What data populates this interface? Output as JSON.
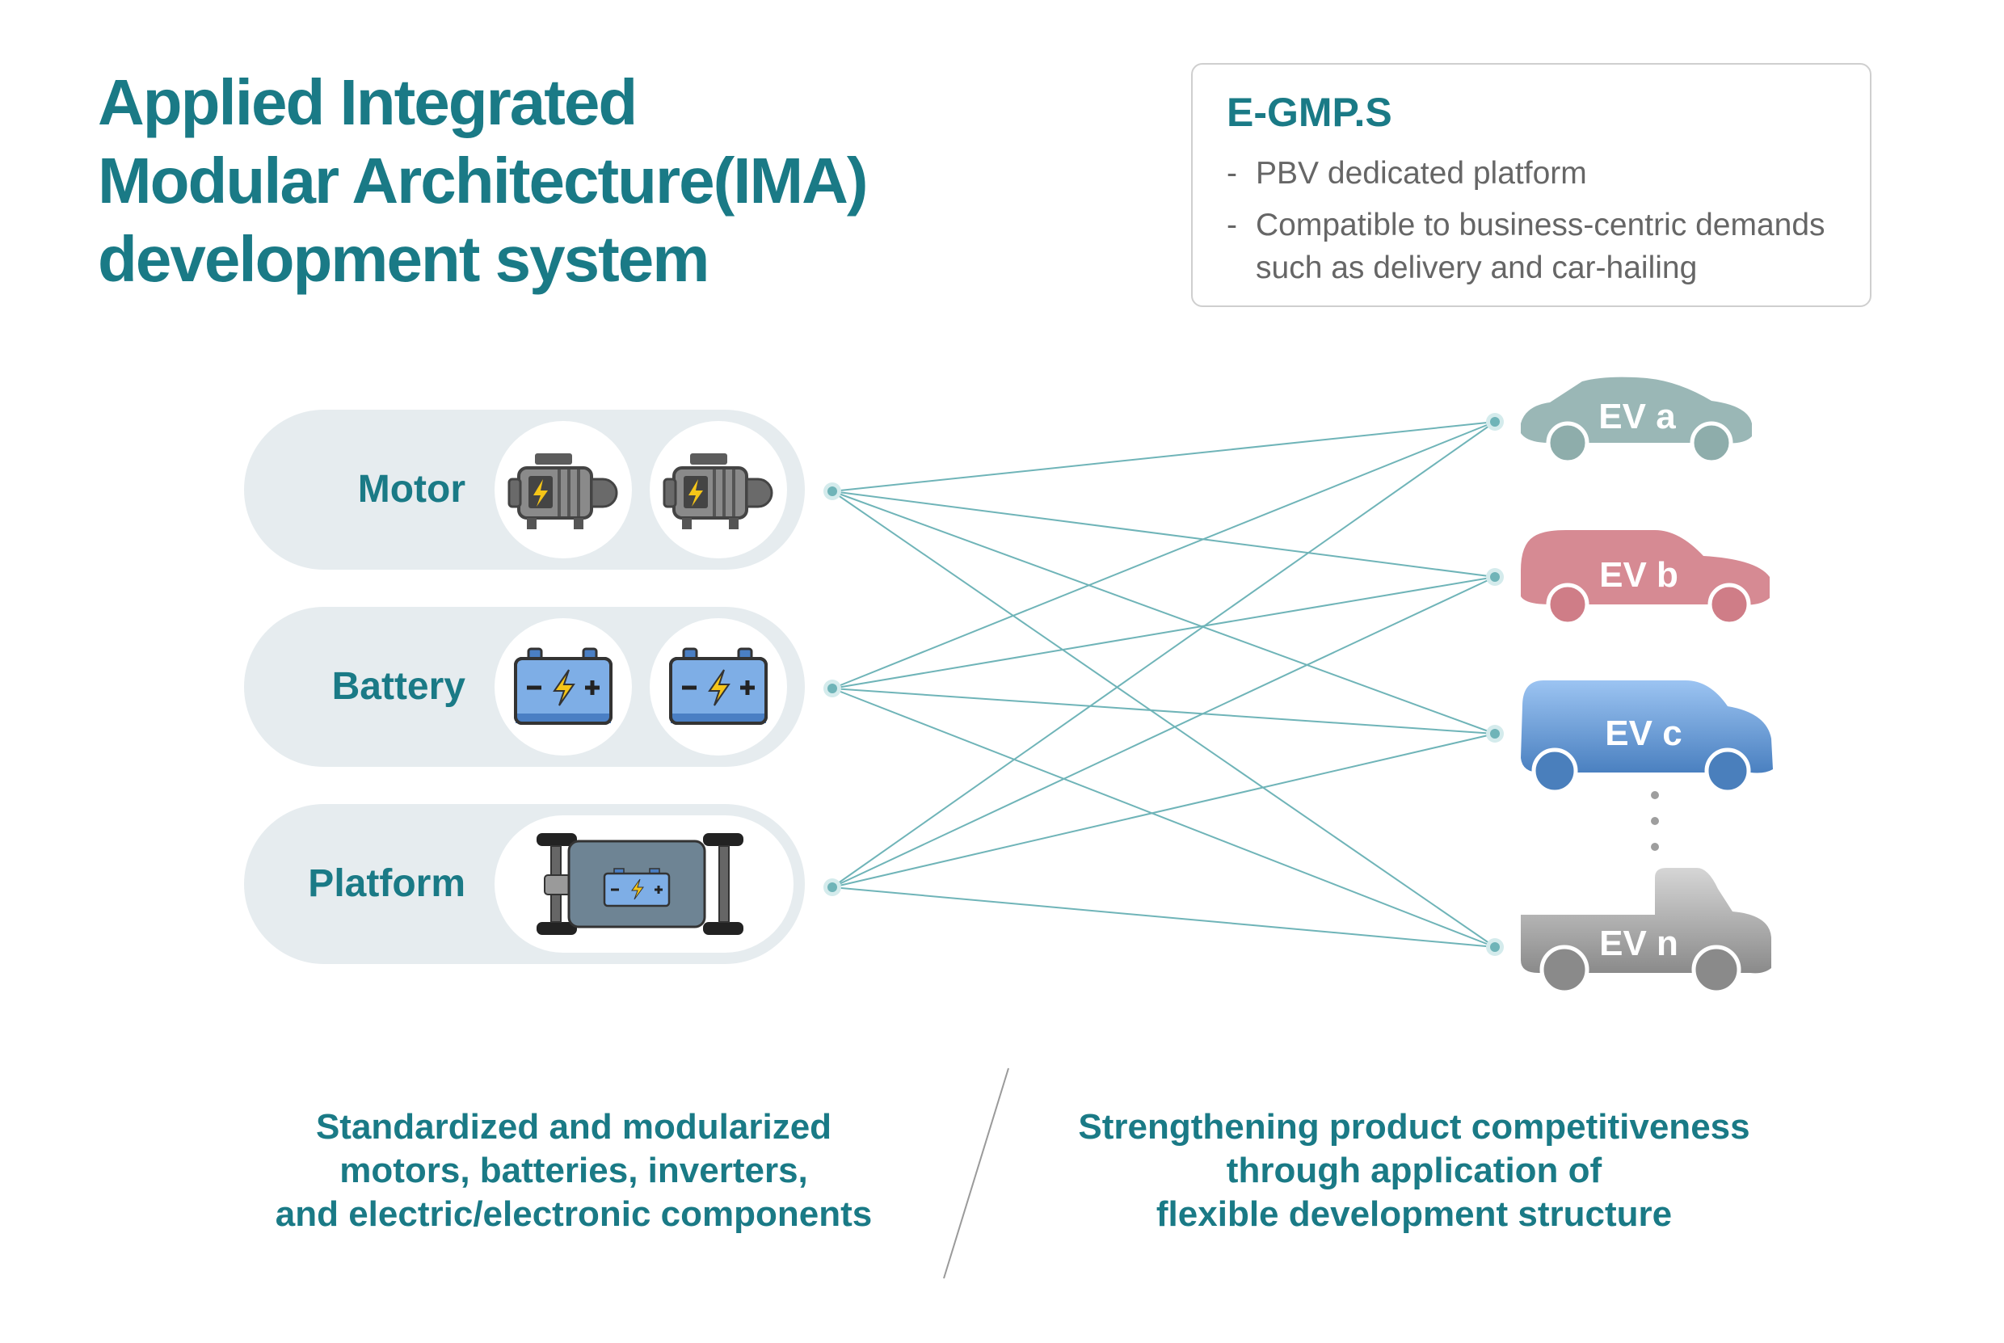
{
  "title": {
    "line1": "Applied Integrated",
    "line2": "Modular Architecture(IMA)",
    "line3": "development system"
  },
  "info": {
    "heading": "E-GMP.S",
    "items": [
      {
        "bullet": "-",
        "line1": "PBV dedicated platform",
        "line2": ""
      },
      {
        "bullet": "-",
        "line1": "Compatible to business-centric demands",
        "line2": "such as delivery and car-hailing"
      }
    ]
  },
  "modules": [
    {
      "label": "Motor",
      "icon": "motor-icon"
    },
    {
      "label": "Battery",
      "icon": "battery-icon"
    },
    {
      "label": "Platform",
      "icon": "chassis-platform-icon"
    }
  ],
  "vehicles": [
    {
      "label": "EV a",
      "shape": "sedan",
      "color": "#9ab7b6"
    },
    {
      "label": "EV b",
      "shape": "suv",
      "color": "#d68a93"
    },
    {
      "label": "EV c",
      "shape": "van",
      "color": "#5b8fc9"
    },
    {
      "label": "EV n",
      "shape": "pickup",
      "color": "#9e9e9e"
    }
  ],
  "captions": {
    "left": [
      "Standardized and modularized",
      "motors, batteries, inverters,",
      "and electric/electronic components"
    ],
    "right": [
      "Strengthening product competitiveness",
      "through application of",
      "flexible development structure"
    ]
  },
  "colors": {
    "accent": "#1a7a86",
    "connector": "#6fb4b8",
    "pill": "#e6ecef"
  }
}
